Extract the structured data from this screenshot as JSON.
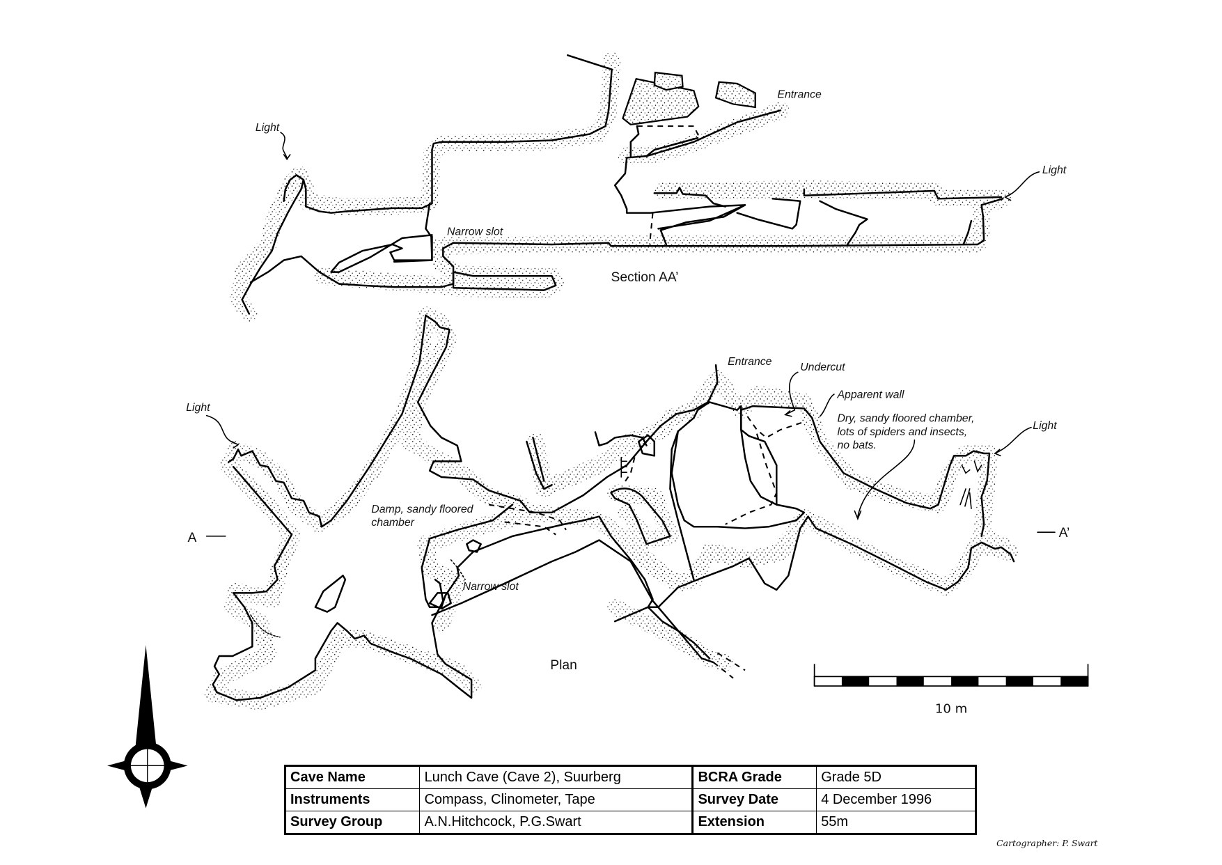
{
  "section": {
    "title": "Section AA’",
    "labels": {
      "light_left": "Light",
      "light_right": "Light",
      "entrance": "Entrance",
      "narrow_slot": "Narrow slot"
    }
  },
  "plan": {
    "title": "Plan",
    "labels": {
      "light_left": "Light",
      "light_right": "Light",
      "entrance": "Entrance",
      "undercut": "Undercut",
      "apparent_wall": "Apparent wall",
      "dry_chamber_line1": "Dry, sandy floored chamber,",
      "dry_chamber_line2": "lots of spiders and insects,",
      "dry_chamber_line3": "no bats.",
      "damp_chamber_line1": "Damp, sandy floored",
      "damp_chamber_line2": "chamber",
      "narrow_slot": "Narrow slot",
      "section_start": "A",
      "section_end": "A’"
    }
  },
  "scale_bar": {
    "label": "10 m",
    "segments": 10
  },
  "north_arrow": {
    "icon": "compass-rose-north-arrow"
  },
  "info_table": {
    "rows": [
      {
        "k1": "Cave Name",
        "v1": "Lunch Cave (Cave 2), Suurberg",
        "k2": "BCRA Grade",
        "v2": "Grade 5D"
      },
      {
        "k1": "Instruments",
        "v1": "Compass, Clinometer, Tape",
        "k2": "Survey Date",
        "v2": "4 December 1996"
      },
      {
        "k1": "Survey Group",
        "v1": "A.N.Hitchcock, P.G.Swart",
        "k2": "Extension",
        "v2": "55m"
      }
    ]
  },
  "credit": "Cartographer: P. Swart"
}
